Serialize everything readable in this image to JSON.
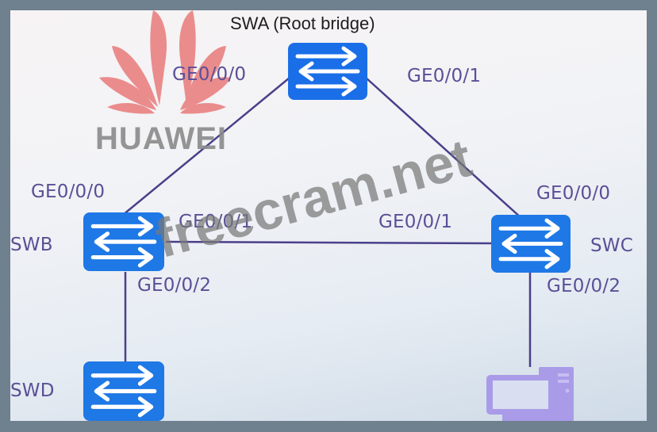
{
  "diagram": {
    "type": "network-topology",
    "title": "SWA (Root bridge)",
    "nodes": [
      {
        "id": "SWA",
        "label": "SWA (Root bridge)",
        "kind": "switch",
        "role": "Root bridge"
      },
      {
        "id": "SWB",
        "label": "SWB",
        "kind": "switch"
      },
      {
        "id": "SWC",
        "label": "SWC",
        "kind": "switch"
      },
      {
        "id": "SWD",
        "label": "SWD",
        "kind": "switch"
      },
      {
        "id": "PC",
        "label": "",
        "kind": "pc"
      }
    ],
    "links": [
      {
        "from": "SWA",
        "from_port": "GE0/0/0",
        "to": "SWB",
        "to_port": "GE0/0/0"
      },
      {
        "from": "SWA",
        "from_port": "GE0/0/1",
        "to": "SWC",
        "to_port": "GE0/0/0"
      },
      {
        "from": "SWB",
        "from_port": "GE0/0/1",
        "to": "SWC",
        "to_port": "GE0/0/1"
      },
      {
        "from": "SWB",
        "from_port": "GE0/0/2",
        "to": "SWD",
        "to_port": ""
      },
      {
        "from": "SWC",
        "from_port": "GE0/0/2",
        "to": "PC",
        "to_port": ""
      }
    ],
    "labels": {
      "swa_title": "SWA (Root bridge)",
      "swa_ge000": "GE0/0/0",
      "swa_ge001": "GE0/0/1",
      "swb_name": "SWB",
      "swb_ge000": "GE0/0/0",
      "swb_ge001": "GE0/0/1",
      "swb_ge002": "GE0/0/2",
      "swc_name": "SWC",
      "swc_ge000": "GE0/0/0",
      "swc_ge001": "GE0/0/1",
      "swc_ge002": "GE0/0/2",
      "swd_name": "SWD"
    }
  },
  "overlays": {
    "logo_text": "HUAWEI",
    "watermark": "freecram.net"
  },
  "colors": {
    "frame": "#6f808f",
    "switch_blue": "#1e78e6",
    "link": "#4a3f8a",
    "port_label": "#5a4f96",
    "pc_icon": "#a99be8",
    "logo_red": "#e8706f",
    "logo_gray": "#8a8a8a"
  }
}
